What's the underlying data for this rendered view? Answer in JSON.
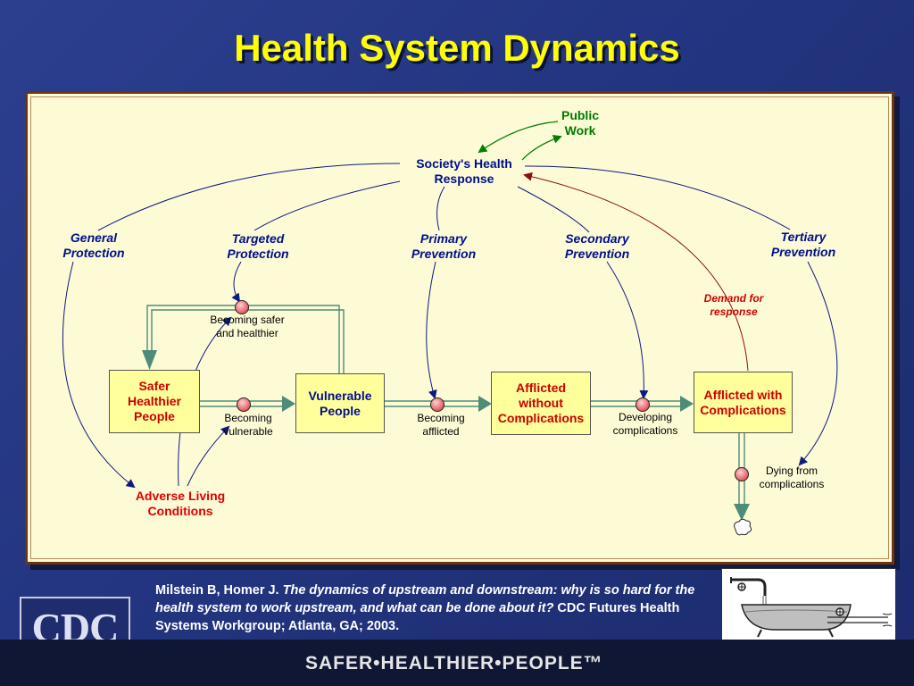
{
  "title": "Health System Dynamics",
  "diagram": {
    "top_node": "Society's Health Response",
    "public_work": "Public Work",
    "branches": {
      "general_protection": "General Protection",
      "targeted_protection": "Targeted Protection",
      "primary_prevention": "Primary Prevention",
      "secondary_prevention": "Secondary Prevention",
      "tertiary_prevention": "Tertiary Prevention"
    },
    "demand_for_response": "Demand for response",
    "stocks": {
      "safer_healthier": "Safer\nHealthier\nPeople",
      "vulnerable": "Vulnerable\nPeople",
      "afflicted_without": "Afflicted\nwithout\nComplications",
      "afflicted_with": "Afflicted with\nComplications"
    },
    "flows": {
      "becoming_safer": "Becoming safer and healthier",
      "becoming_vulnerable": "Becoming vulnerable",
      "becoming_afflicted": "Becoming afflicted",
      "developing_complications": "Developing complications",
      "dying_from_complications": "Dying from complications"
    },
    "adverse_living": "Adverse Living Conditions"
  },
  "citation": {
    "authors": "Milstein B, Homer J.",
    "title": "The dynamics of upstream and downstream: why is so hard for the health system to work upstream, and what can be done about it?",
    "rest": "CDC Futures Health Systems Workgroup; Atlanta, GA; 2003."
  },
  "logo_text": "CDC",
  "footer": "SAFER•HEALTHIER•PEOPLE™",
  "colors": {
    "title": "#ffff00",
    "panel": "#fdfbd6",
    "stock_fill": "#ffff9c",
    "navy_text": "#000f8c",
    "red_text": "#e00000",
    "green_text": "#007a00"
  }
}
